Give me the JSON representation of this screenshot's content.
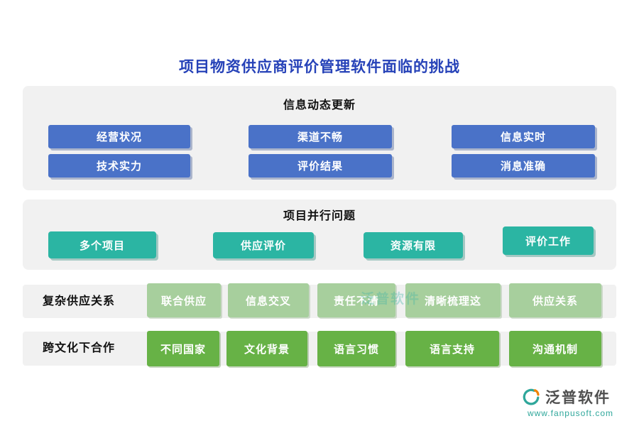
{
  "title": "项目物资供应商评价管理软件面临的挑战",
  "sections": {
    "info_update": {
      "header": "信息动态更新",
      "items": [
        "经营状况",
        "渠道不畅",
        "信息实时",
        "技术实力",
        "评价结果",
        "消息准确"
      ]
    },
    "parallel": {
      "header": "项目并行问题",
      "items": [
        "多个项目",
        "供应评价",
        "资源有限",
        "评价工作"
      ]
    },
    "supply_relation": {
      "label": "复杂供应关系",
      "items": [
        "联合供应",
        "信息交叉",
        "责任不清",
        "清晰梳理这",
        "供应关系"
      ]
    },
    "cross_culture": {
      "label": "跨文化下合作",
      "items": [
        "不同国家",
        "文化背景",
        "语言习惯",
        "语言支持",
        "沟通机制"
      ]
    }
  },
  "watermark": "泛普软件",
  "footer": {
    "brand": "泛普软件",
    "url": "www.fanpusoft.com"
  },
  "colors": {
    "title_blue": "#2642b8",
    "button_blue": "#4a72c8",
    "button_teal": "#2bb5a3",
    "button_light_green": "#a7cf9d",
    "button_green": "#67b246",
    "panel_gray": "#f1f1f1",
    "brand_teal": "#2fa79b"
  }
}
